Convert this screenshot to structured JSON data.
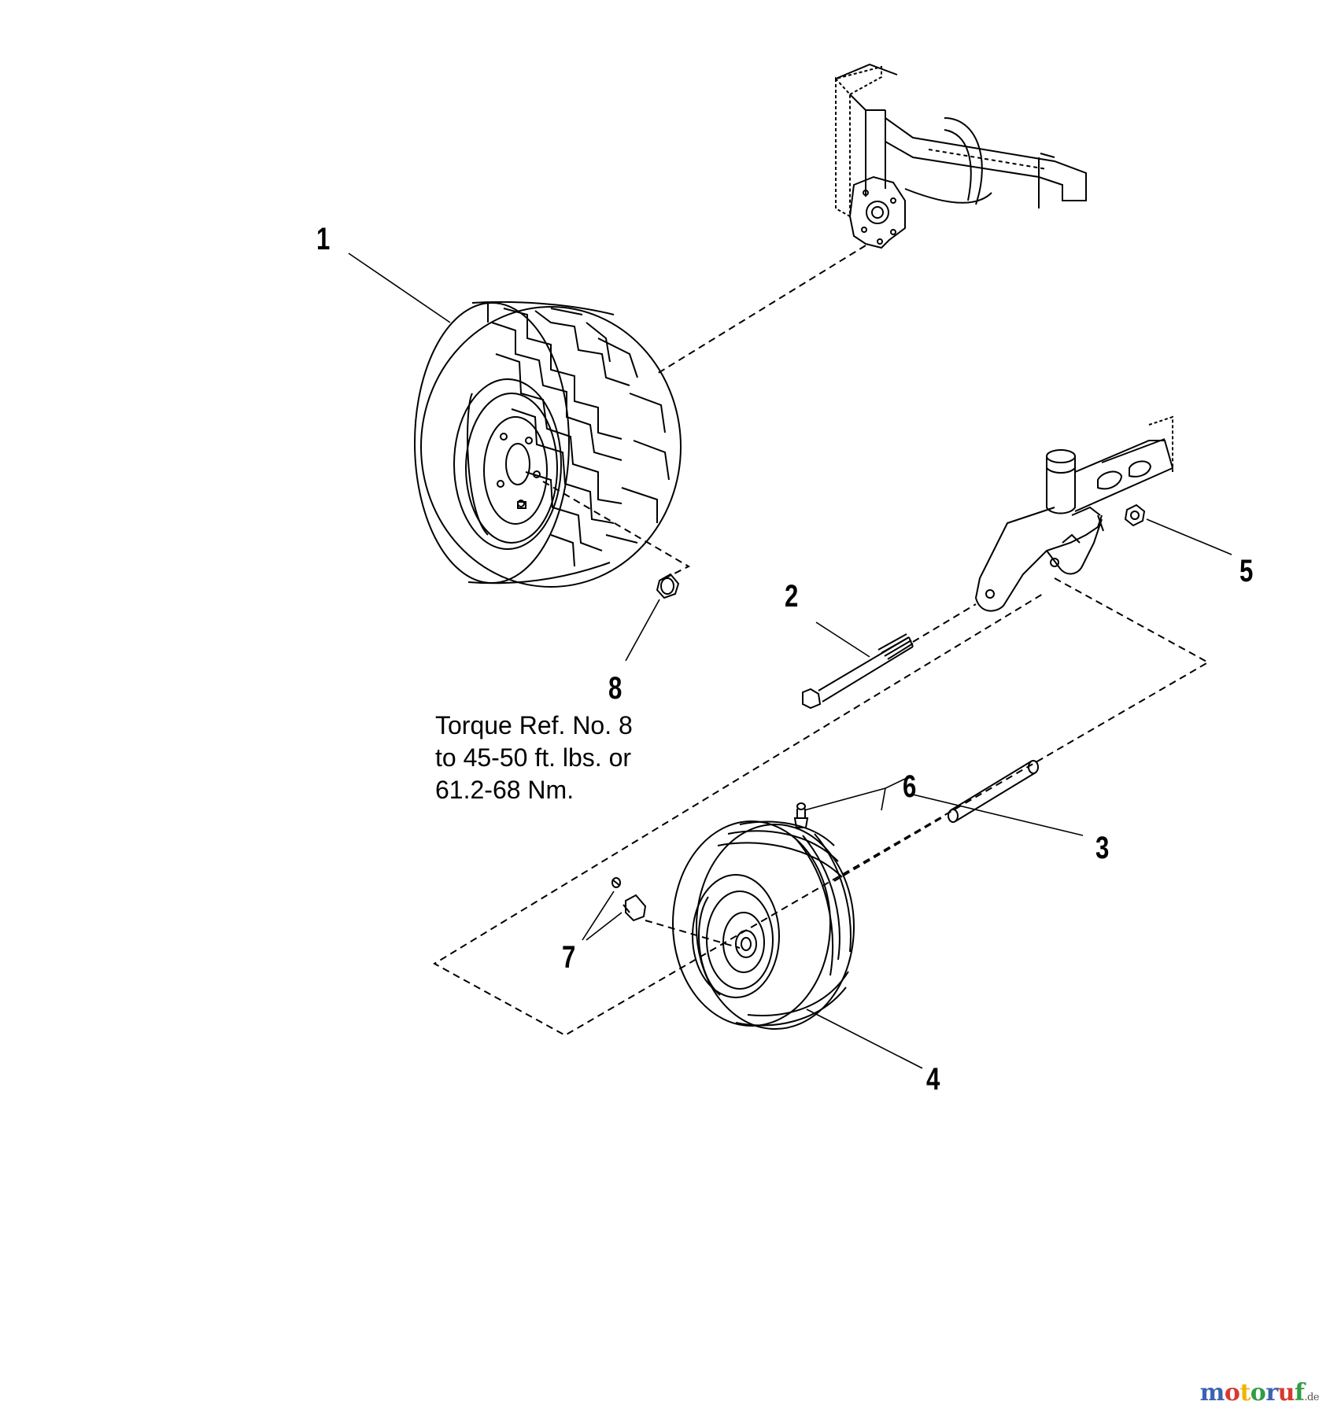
{
  "callouts": [
    {
      "id": "1",
      "label": "1"
    },
    {
      "id": "2",
      "label": "2"
    },
    {
      "id": "3",
      "label": "3"
    },
    {
      "id": "4",
      "label": "4"
    },
    {
      "id": "5",
      "label": "5"
    },
    {
      "id": "6",
      "label": "6"
    },
    {
      "id": "7",
      "label": "7"
    },
    {
      "id": "8",
      "label": "8"
    }
  ],
  "torque_note": {
    "line1": "Torque Ref. No. 8",
    "line2": "to 45-50 ft. lbs. or",
    "line3": "61.2-68 Nm."
  },
  "watermark": {
    "text": "motoruf",
    "tld": ".de",
    "colors": [
      "#3b63b0",
      "#d63a2f",
      "#f2b300",
      "#2f9e44",
      "#3b63b0",
      "#d63a2f",
      "#2f9e44"
    ]
  }
}
